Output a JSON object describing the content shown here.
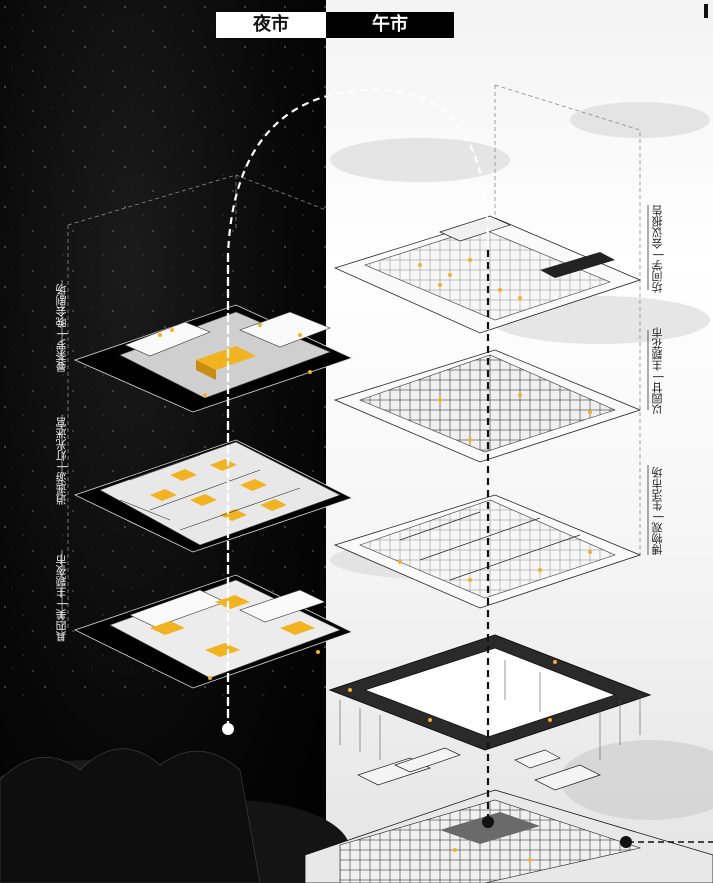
{
  "tabs": {
    "night": "夜市",
    "day": "午市"
  },
  "night_labels": [
    {
      "text": "曼荼罗 | 晚会剧场"
    },
    {
      "text": "逍遥游 | 灯光迷宫"
    },
    {
      "text": "具四美 | 主题夜市"
    }
  ],
  "day_labels": [
    {
      "text": "坊间学 | 会议报告"
    },
    {
      "text": "以园甘 | 主题花市"
    },
    {
      "text": "博物观 | 生活市场"
    }
  ],
  "colors": {
    "accent": "#f2b320",
    "night_bg": "#050505",
    "day_bg": "#f4f4f4",
    "block_light": "#f2f2f2",
    "block_dark": "#2b2b2b"
  }
}
